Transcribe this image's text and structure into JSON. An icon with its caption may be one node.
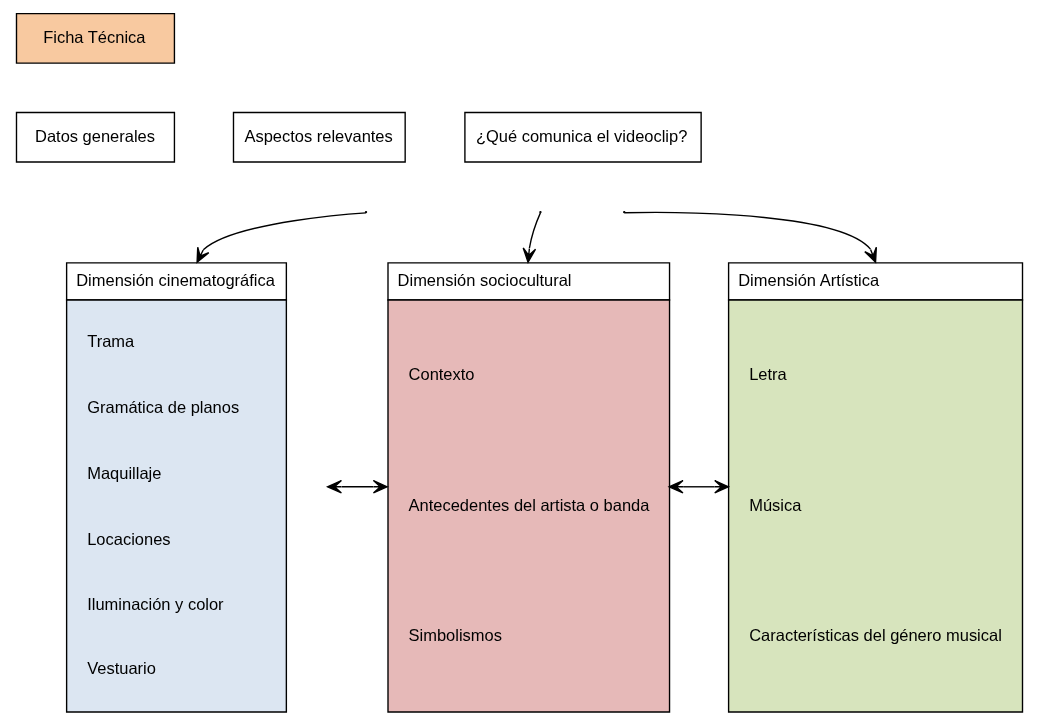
{
  "diagram": {
    "nodes": [
      {
        "text": [
          "Ficha Técnica"
        ]
      },
      {
        "text": [
          "Datos generales"
        ]
      },
      {
        "text": [
          "Aspectos relevantes"
        ]
      },
      {
        "text": [
          "¿Qué comunica el videoclip?"
        ]
      },
      {
        "text": [
          "Dimensión cinematográfica",
          "Trama",
          "Gramática de planos",
          "Maquillaje",
          "Locaciones",
          "Iluminación y color",
          "Vestuario"
        ]
      },
      {
        "text": [
          "Dimensión sociocultural",
          "Contexto",
          "Antecedentes del artista o banda",
          "Simbolismos"
        ]
      },
      {
        "text": [
          "Dimensión Artística",
          "Letra",
          "Música",
          "Características del género musical"
        ]
      }
    ],
    "edges": [
      {
        "from": null,
        "to": 4,
        "arrow": "to"
      },
      {
        "from": null,
        "to": 5,
        "arrow": "to"
      },
      {
        "from": null,
        "to": 6,
        "arrow": "to"
      },
      {
        "from": 4,
        "to": 5,
        "arrow": "both"
      },
      {
        "from": 5,
        "to": 6,
        "arrow": "both"
      }
    ]
  }
}
